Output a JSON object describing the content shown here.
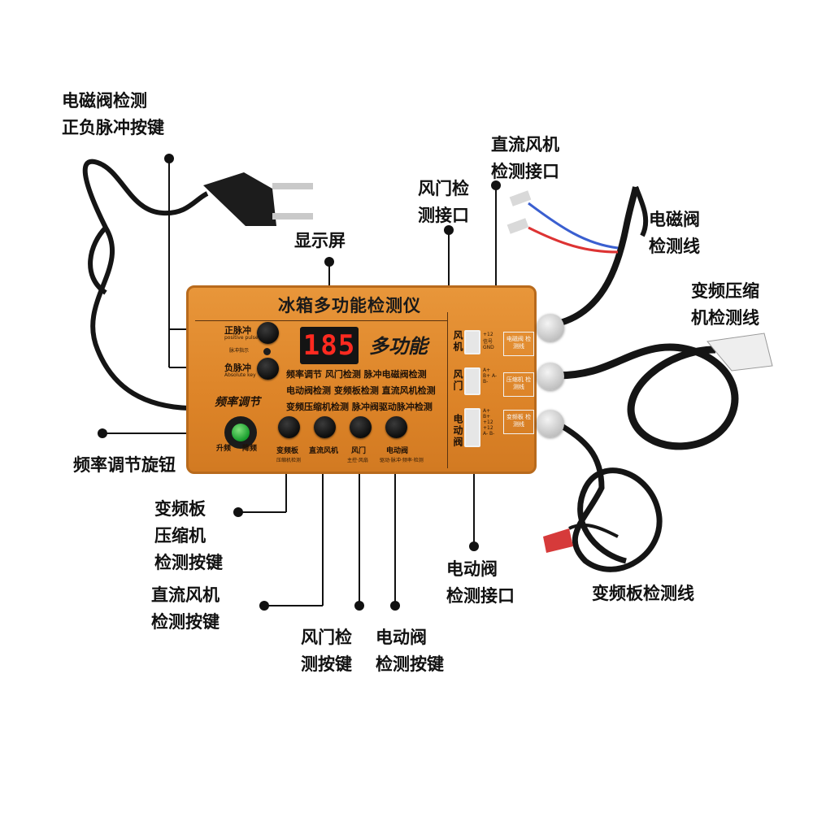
{
  "callouts": {
    "pulse_button": [
      "电磁阀检测",
      "正负脉冲按键"
    ],
    "dc_fan_port": [
      "直流风机",
      "检测接口"
    ],
    "damper_port": [
      "风门检",
      "测接口"
    ],
    "display": "显示屏",
    "solenoid_line": [
      "电磁阀",
      "检测线"
    ],
    "compressor_line": [
      "变频压缩",
      "机检测线"
    ],
    "freq_knob": "频率调节旋钮",
    "inverter_button": [
      "变频板",
      "压缩机",
      "检测按键"
    ],
    "dc_fan_button": [
      "直流风机",
      "检测按键"
    ],
    "damper_button": [
      "风门检",
      "测按键"
    ],
    "valve_button": [
      "电动阀",
      "检测按键"
    ],
    "valve_port": [
      "电动阀",
      "检测接口"
    ],
    "inverter_line": "变频板检测线"
  },
  "panel": {
    "title": "冰箱多功能检测仪",
    "display_value": "185",
    "multi_label": "多功能",
    "pos_pulse": "正脉冲",
    "neg_pulse": "负脉冲",
    "pos_pulse_en": "positive pulse",
    "pulse_indicator": "脉冲指示",
    "neg_pulse_en": "Absolute key",
    "freq_label": "频率调节",
    "up_freq": "升频",
    "down_freq": "降频",
    "func_rows": [
      "频率调节  风门检测  脉冲电磁阀检测",
      "电动阀检测 变频板检测 直流风机检测",
      "变频压缩机检测   脉冲阀驱动脉冲检测"
    ],
    "buttons": [
      "变频板",
      "直流风机",
      "风门",
      "电动阀"
    ],
    "button_subs": [
      "压缩机检测",
      "",
      "主控·风扇",
      "驱动·脉冲·频率·检测"
    ],
    "port_labels": [
      "风机",
      "风门",
      "电动阀"
    ],
    "port_pins": [
      "+12 信号 GND",
      "A+ B+ A- B-",
      "A+ B+ +12 +12 A- B-"
    ],
    "side_boxes": [
      "电磁阀 检测线",
      "压缩机 检测线",
      "变频板 检测线"
    ]
  },
  "colors": {
    "panel": "#dd8428",
    "display_digits": "#ff2a20",
    "knob": "#169c2c"
  }
}
